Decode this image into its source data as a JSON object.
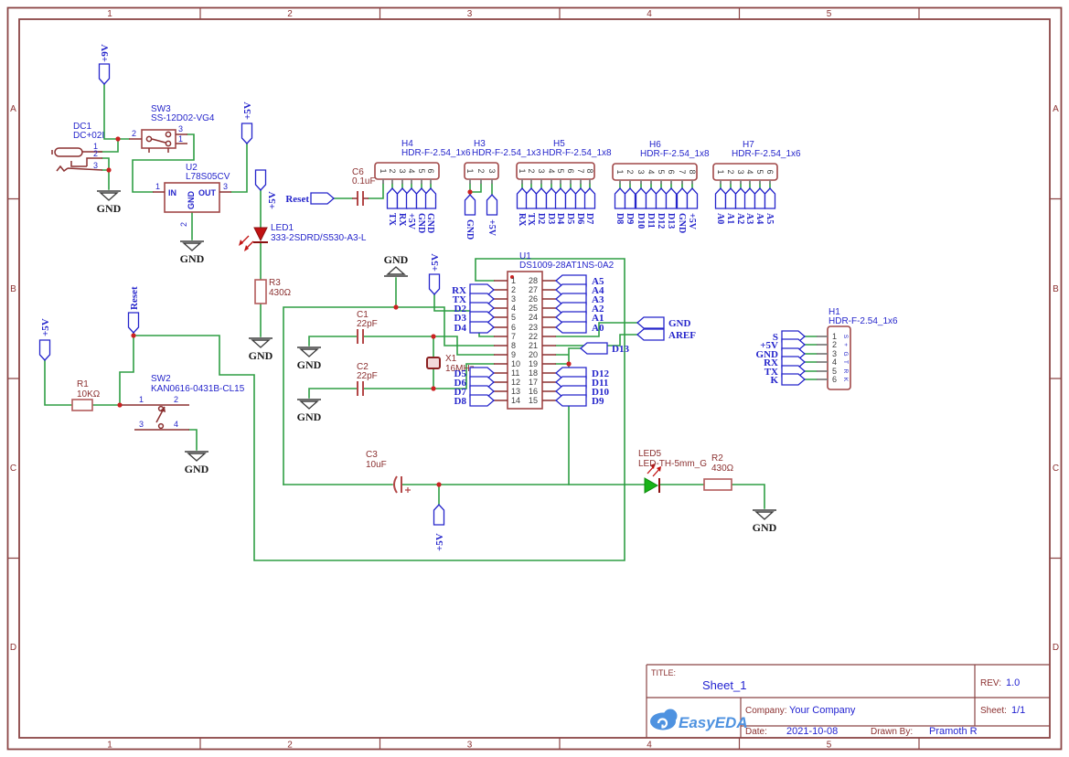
{
  "nets": {
    "p9v": "+9V",
    "p5v": "+5V",
    "gnd": "GND",
    "reset": "Reset",
    "aref": "AREF",
    "d13": "D13"
  },
  "frame": {
    "columns": [
      "1",
      "2",
      "3",
      "4",
      "5"
    ],
    "rows": [
      "A",
      "B",
      "C",
      "D"
    ]
  },
  "title_block": {
    "title_label": "TITLE:",
    "title": "Sheet_1",
    "rev_label": "REV:",
    "rev": "1.0",
    "company_label": "Company:",
    "company": "Your Company",
    "sheet_label": "Sheet:",
    "sheet": "1/1",
    "date_label": "Date:",
    "date": "2021-10-08",
    "drawn_label": "Drawn By:",
    "drawn_by": "Pramoth R",
    "logo_text": "EasyEDA"
  },
  "components": {
    "dc1": {
      "ref": "DC1",
      "value": "DC+02I",
      "pins": [
        "1",
        "2",
        "3"
      ]
    },
    "sw3": {
      "ref": "SW3",
      "value": "SS-12D02-VG4",
      "pins": [
        "2",
        "3",
        "1"
      ]
    },
    "u2": {
      "ref": "U2",
      "value": "L78S05CV",
      "pin_in": "IN",
      "pin_out": "OUT",
      "pin_gnd": "GND",
      "pins": [
        "1",
        "3",
        "2"
      ]
    },
    "led1": {
      "ref": "LED1",
      "value": "333-2SDRD/S530-A3-L"
    },
    "r3": {
      "ref": "R3",
      "value": "430Ω"
    },
    "r1": {
      "ref": "R1",
      "value": "10KΩ"
    },
    "r2": {
      "ref": "R2",
      "value": "430Ω"
    },
    "sw2": {
      "ref": "SW2",
      "value": "KAN0616-0431B-CL15",
      "pins": [
        "1",
        "2",
        "3",
        "4"
      ]
    },
    "c6": {
      "ref": "C6",
      "value": "0.1uF"
    },
    "c1": {
      "ref": "C1",
      "value": "22pF"
    },
    "c2": {
      "ref": "C2",
      "value": "22pF"
    },
    "c3": {
      "ref": "C3",
      "value": "10uF"
    },
    "x1": {
      "ref": "X1",
      "value": "16MHz"
    },
    "led5": {
      "ref": "LED5",
      "value": "LED-TH-5mm_G"
    },
    "u1": {
      "ref": "U1",
      "value": "DS1009-28AT1NS-0A2",
      "left_pins": [
        "1",
        "2",
        "3",
        "4",
        "5",
        "6",
        "7",
        "8",
        "9",
        "10",
        "11",
        "12",
        "13",
        "14"
      ],
      "right_pins": [
        "28",
        "27",
        "26",
        "25",
        "24",
        "23",
        "22",
        "21",
        "20",
        "19",
        "18",
        "17",
        "16",
        "15"
      ],
      "left_flags": [
        "RX",
        "TX",
        "D2",
        "D3",
        "D4"
      ],
      "left_flags2": [
        "D5",
        "D6",
        "D7",
        "D8"
      ],
      "right_flags": [
        "A5",
        "A4",
        "A3",
        "A2",
        "A1",
        "A0"
      ],
      "right_flags2": [
        "D12",
        "D11",
        "D10",
        "D9"
      ]
    },
    "h4": {
      "ref": "H4",
      "value": "HDR-F-2.54_1x6",
      "pins": [
        "1",
        "2",
        "3",
        "4",
        "5",
        "6"
      ],
      "flags": [
        "TX",
        "RX",
        "+5V",
        "GND",
        "GND"
      ]
    },
    "h3": {
      "ref": "H3",
      "value": "HDR-F-2.54_1x3",
      "pins": [
        "1",
        "2",
        "3"
      ],
      "flags": [
        "GND",
        "+5V"
      ]
    },
    "h5": {
      "ref": "H5",
      "value": "HDR-F-2.54_1x8",
      "pins": [
        "1",
        "2",
        "3",
        "4",
        "5",
        "6",
        "7",
        "8"
      ],
      "flags": [
        "RX",
        "TX",
        "D2",
        "D3",
        "D4",
        "D5",
        "D6",
        "D7"
      ]
    },
    "h6": {
      "ref": "H6",
      "value": "HDR-F-2.54_1x8",
      "pins": [
        "1",
        "2",
        "3",
        "4",
        "5",
        "6",
        "7",
        "8"
      ],
      "flags": [
        "D8",
        "D9",
        "D10",
        "D11",
        "D12",
        "D13",
        "GND",
        "+5V"
      ]
    },
    "h7": {
      "ref": "H7",
      "value": "HDR-F-2.54_1x6",
      "pins": [
        "1",
        "2",
        "3",
        "4",
        "5",
        "6"
      ],
      "flags": [
        "A0",
        "A1",
        "A2",
        "A3",
        "A4",
        "A5"
      ]
    },
    "h1": {
      "ref": "H1",
      "value": "HDR-F-2.54_1x6",
      "pins": [
        "1",
        "2",
        "3",
        "4",
        "5",
        "6"
      ],
      "flags": [
        "S",
        "+5V",
        "GND",
        "RX",
        "TX",
        "K"
      ],
      "side": [
        "S",
        "+",
        "G",
        "T",
        "R",
        "K"
      ]
    }
  }
}
